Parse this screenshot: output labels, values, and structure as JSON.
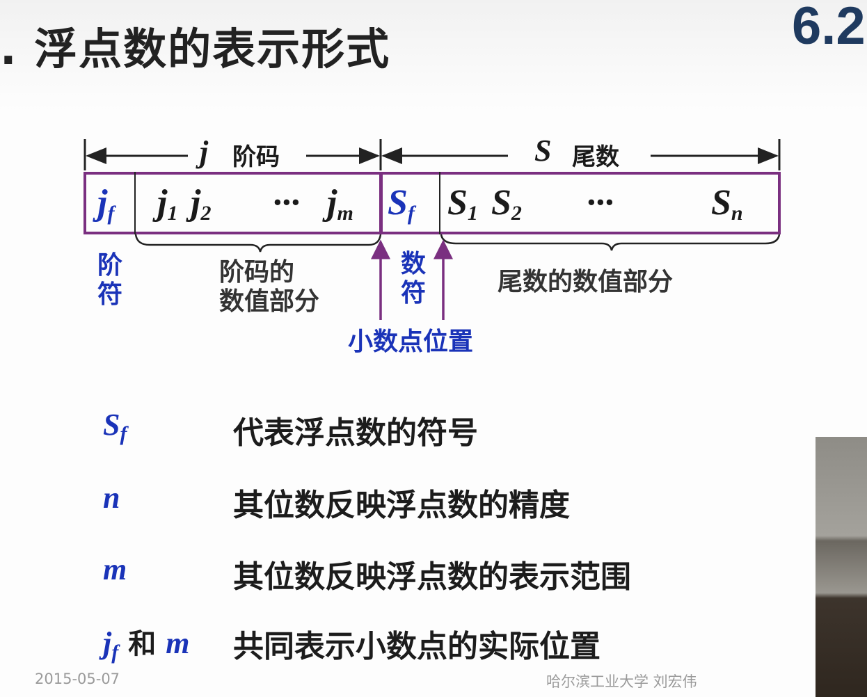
{
  "slide": {
    "title": ". 浮点数的表示形式",
    "section_number": "6.2",
    "diagram": {
      "exponent_span": {
        "symbol": "j",
        "label": "阶码"
      },
      "mantissa_span": {
        "symbol": "S",
        "label": "尾数"
      },
      "cells": {
        "jf": "j",
        "jf_sub": "f",
        "j1": "j",
        "j1_sub": "1",
        "j2": "j",
        "j2_sub": "2",
        "dots1": "···",
        "jm": "j",
        "jm_sub": "m",
        "sf": "S",
        "sf_sub": "f",
        "s1": "S",
        "s1_sub": "1",
        "s2": "S",
        "s2_sub": "2",
        "dots2": "···",
        "sn": "S",
        "sn_sub": "n"
      },
      "exponent_sign_label": "阶\n符",
      "exponent_value_label": "阶码的\n数值部分",
      "mantissa_sign_label": "数\n符",
      "mantissa_value_label": "尾数的数值部分",
      "point_position_label": "小数点位置"
    },
    "definitions": [
      {
        "symbol": "S",
        "symbol_sub": "f",
        "text": "代表浮点数的符号"
      },
      {
        "symbol": "n",
        "text": "其位数反映浮点数的精度"
      },
      {
        "symbol": "m",
        "text": "其位数反映浮点数的表示范围"
      },
      {
        "symbol": "j",
        "symbol_sub": "f",
        "joiner": "和",
        "symbol2": "m",
        "text": "共同表示小数点的实际位置"
      }
    ],
    "footer": {
      "date": "2015-05-07",
      "author": "哈尔滨工业大学  刘宏伟"
    },
    "colors": {
      "accent_blue": "#1a33b8",
      "box_purple": "#7a2f80",
      "section_blue": "#1f3a5f"
    }
  }
}
